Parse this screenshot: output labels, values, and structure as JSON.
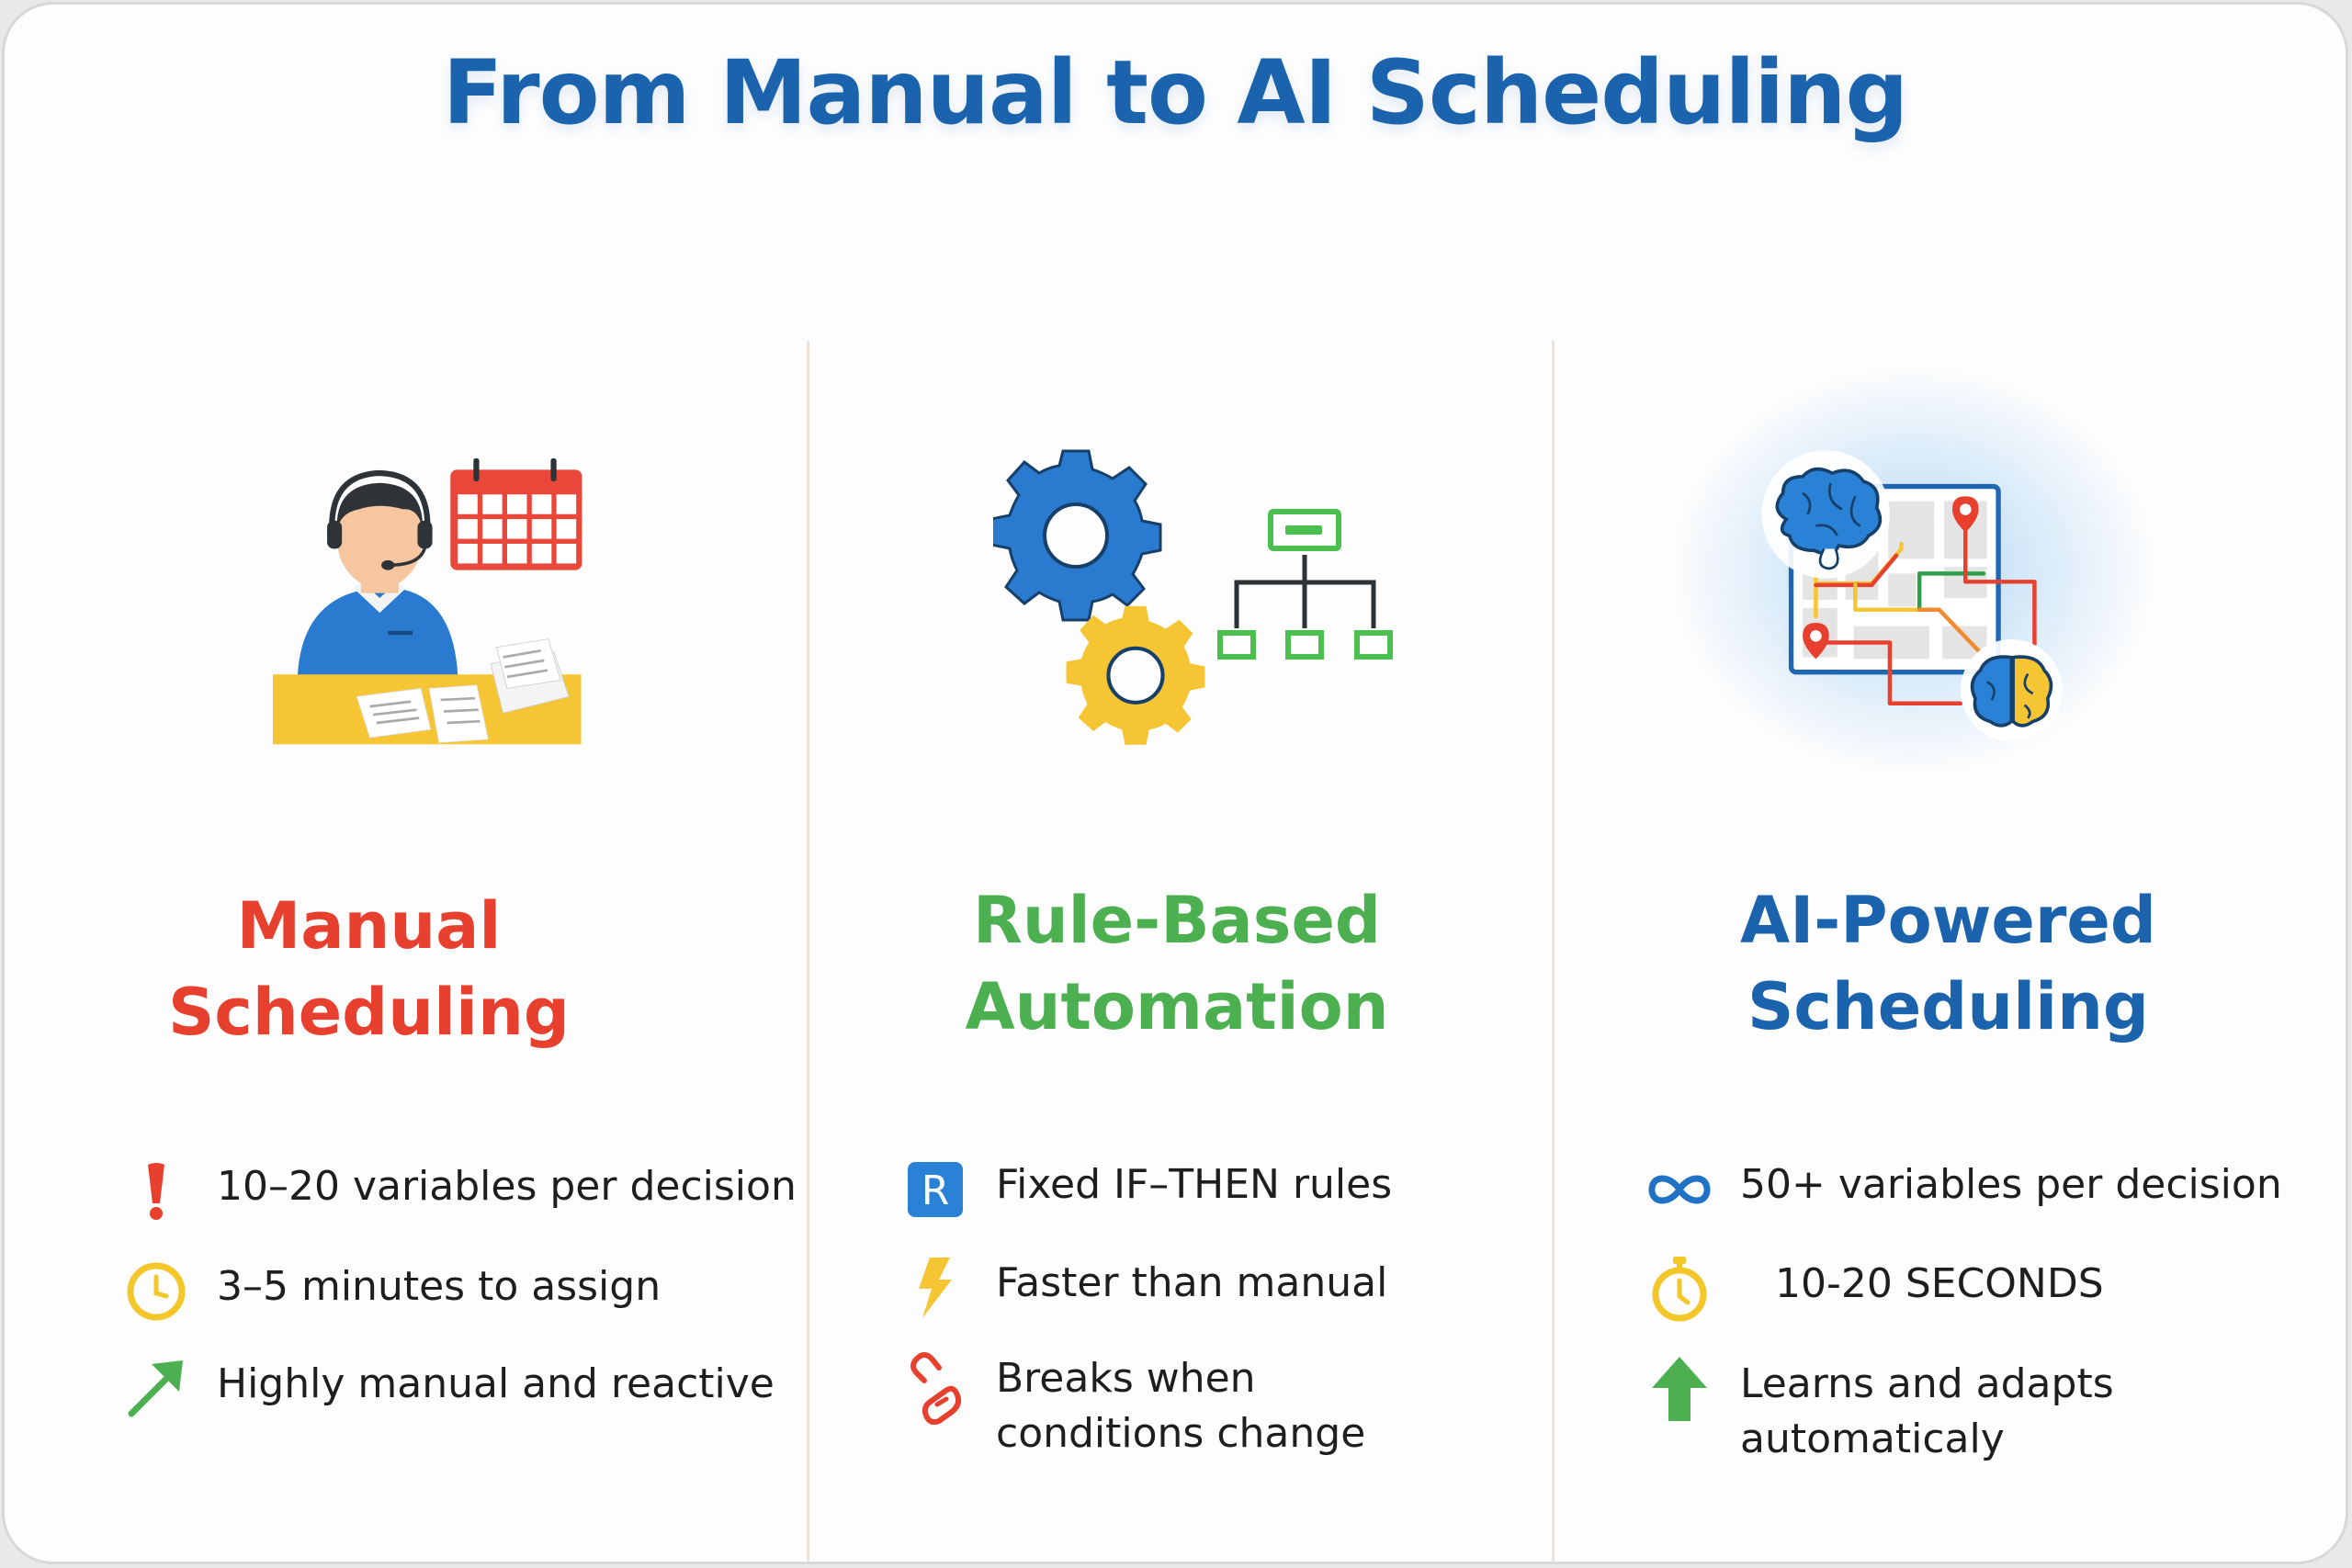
{
  "title": "From Manual to AI Scheduling",
  "colors": {
    "title": "#1b63ad",
    "manual": "#e8402f",
    "rule": "#4caf50",
    "ai": "#1b63ad",
    "divider": "#ebe2dc"
  },
  "columns": [
    {
      "heading_line1": "Manual",
      "heading_line2": "Scheduling",
      "illustration": "dispatcher-with-headset-calendar-and-papers",
      "features": [
        {
          "icon": "exclamation-icon",
          "text": "10–20 variables per decision"
        },
        {
          "icon": "clock-icon",
          "text": "3–5 minutes to assign"
        },
        {
          "icon": "diagonal-arrow-icon",
          "text": "Highly manual and reactive"
        }
      ]
    },
    {
      "heading_line1": "Rule-Based",
      "heading_line2": "Automation",
      "illustration": "gears-and-decision-tree",
      "features": [
        {
          "icon": "r-badge-icon",
          "text": "Fixed IF–THEN rules"
        },
        {
          "icon": "lightning-icon",
          "text": "Faster than manual"
        },
        {
          "icon": "broken-chain-icon",
          "text_line1": "Breaks when",
          "text_line2": "conditions change"
        }
      ]
    },
    {
      "heading_line1": "AI-Powered",
      "heading_line2": "Scheduling",
      "illustration": "brain-with-route-map",
      "features": [
        {
          "icon": "infinity-icon",
          "text": "50+ variables per decision"
        },
        {
          "icon": "stopwatch-icon",
          "text": "10-20 SECONDS"
        },
        {
          "icon": "up-arrow-icon",
          "text_line1": "Learns and adapts",
          "text_line2": "automaticaly"
        }
      ]
    }
  ]
}
